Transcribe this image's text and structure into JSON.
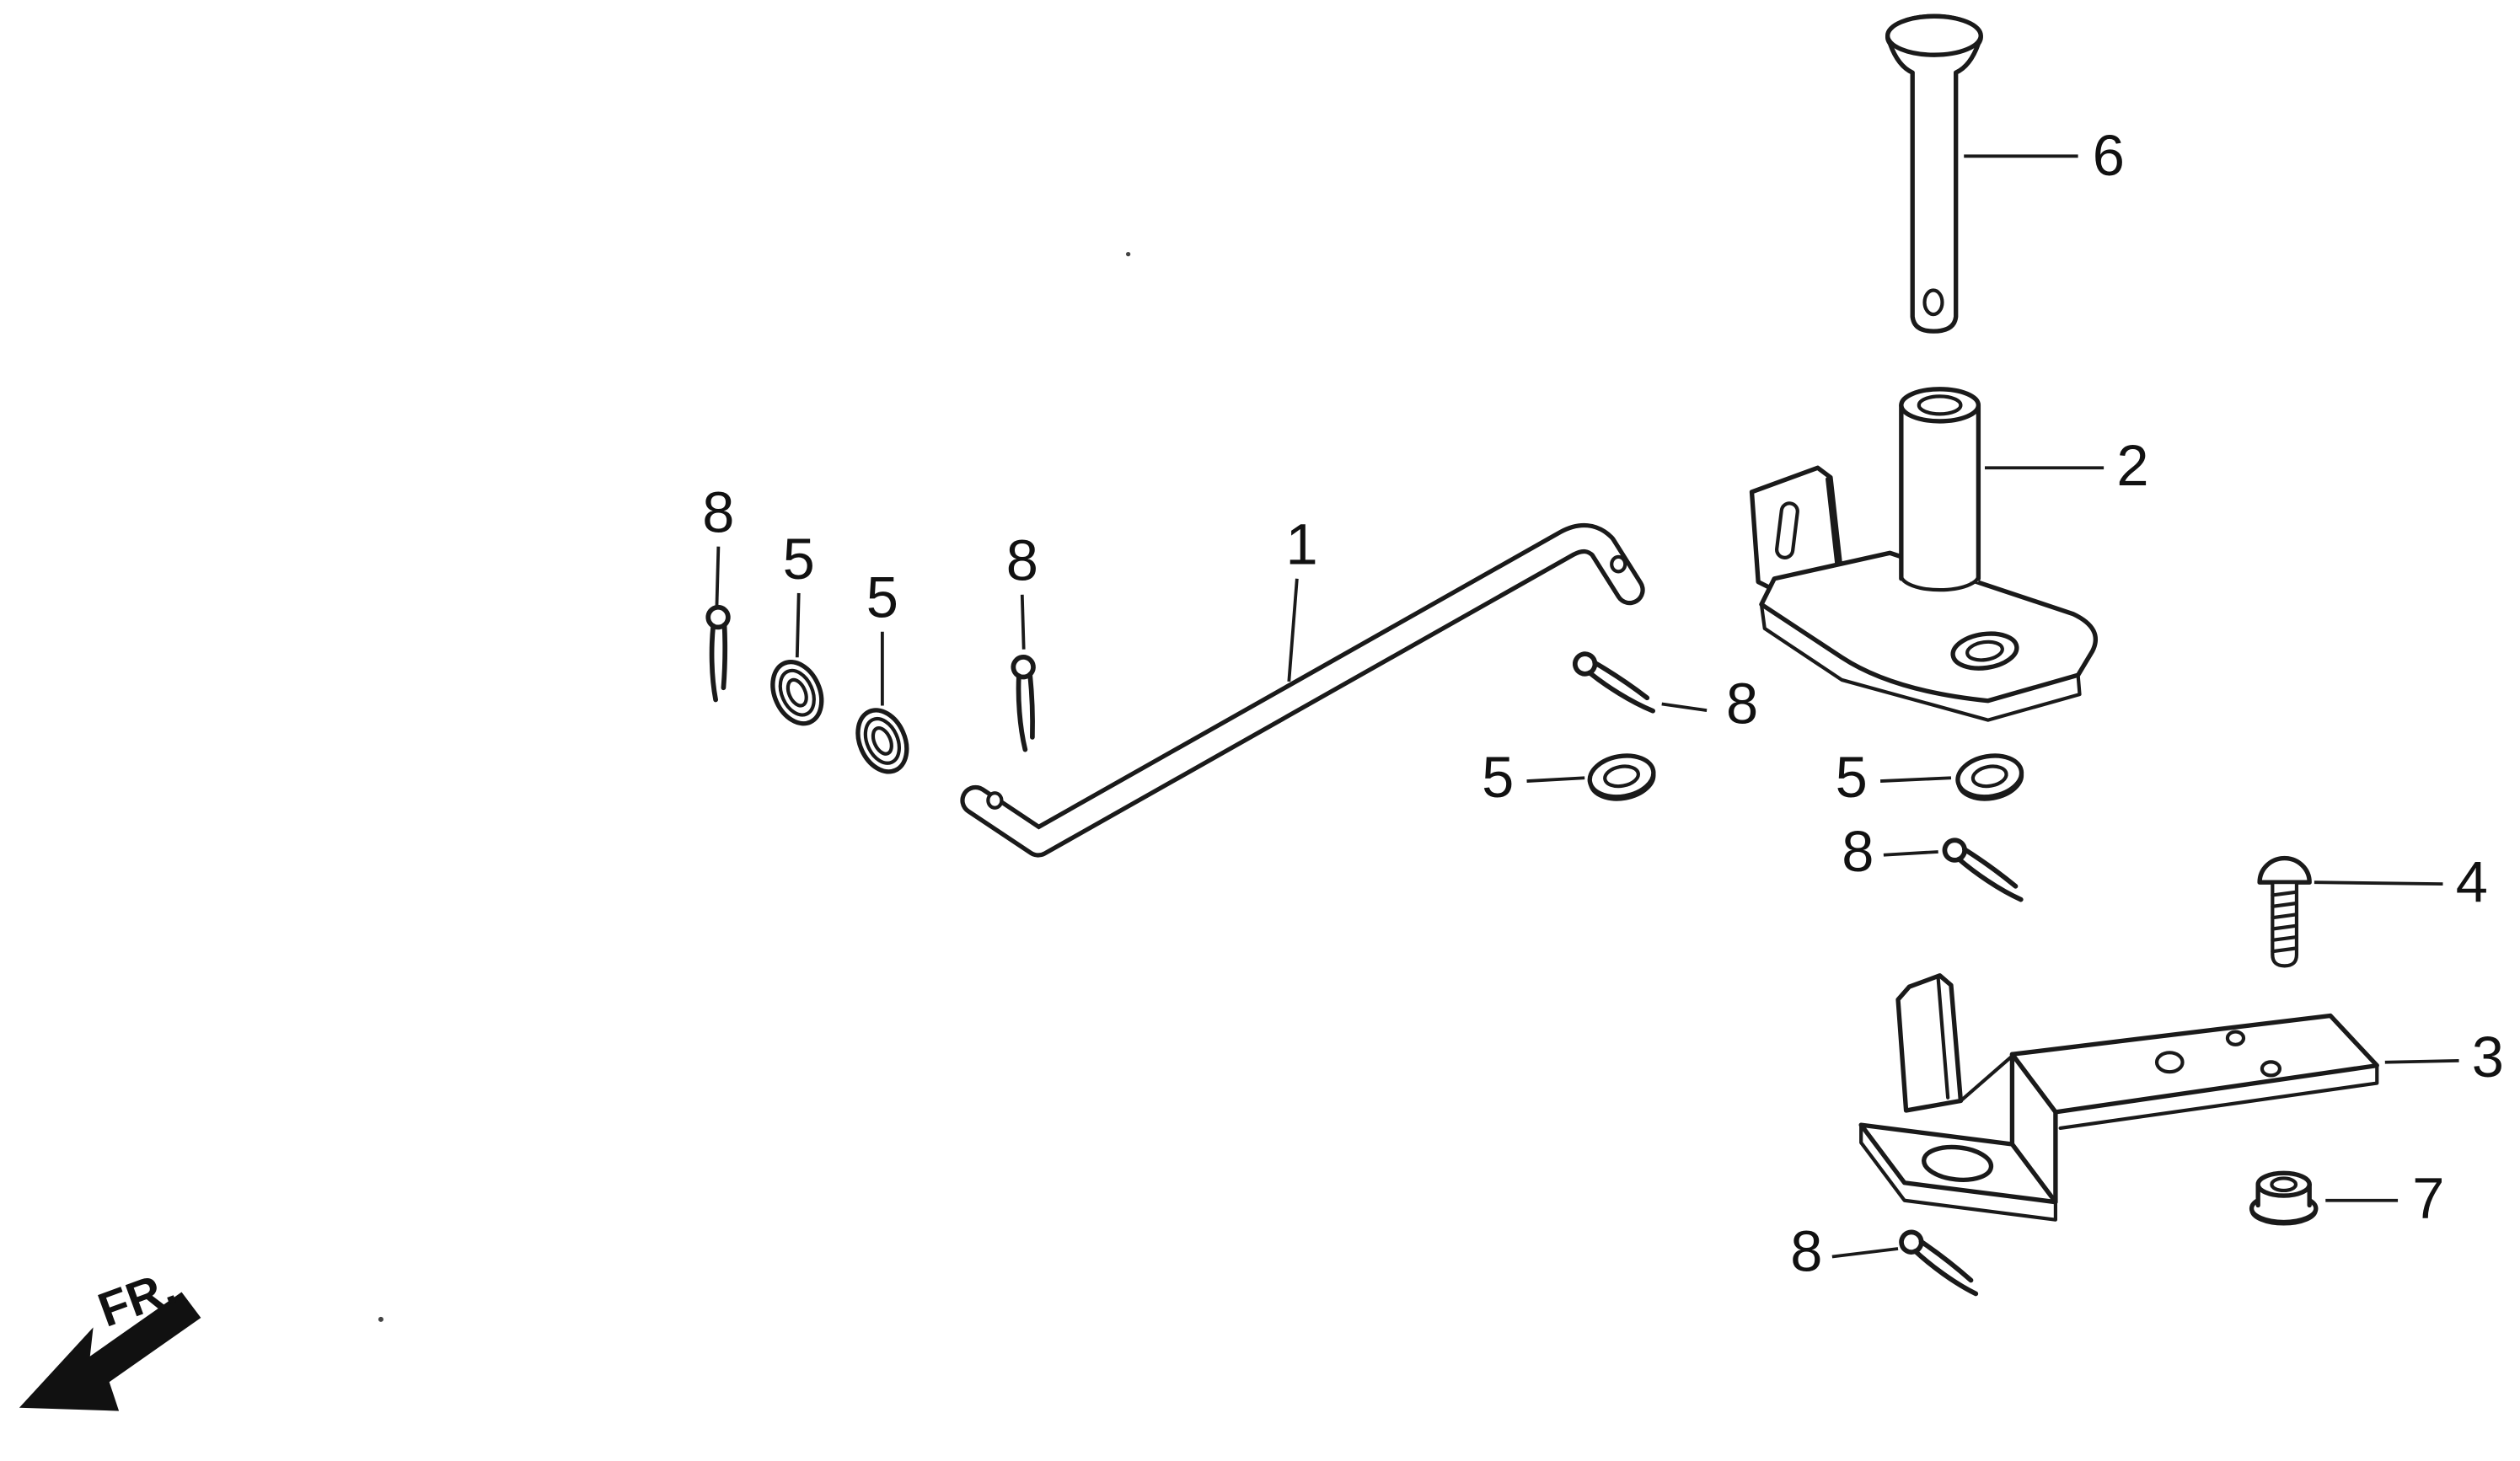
{
  "diagram": {
    "background_color": "#ffffff",
    "line_color": "#1a1a1a",
    "fr_label": "FR.",
    "callouts": [
      "6",
      "2",
      "1",
      "8",
      "5",
      "5",
      "8",
      "8",
      "5",
      "5",
      "8",
      "4",
      "3",
      "7",
      "8"
    ]
  }
}
